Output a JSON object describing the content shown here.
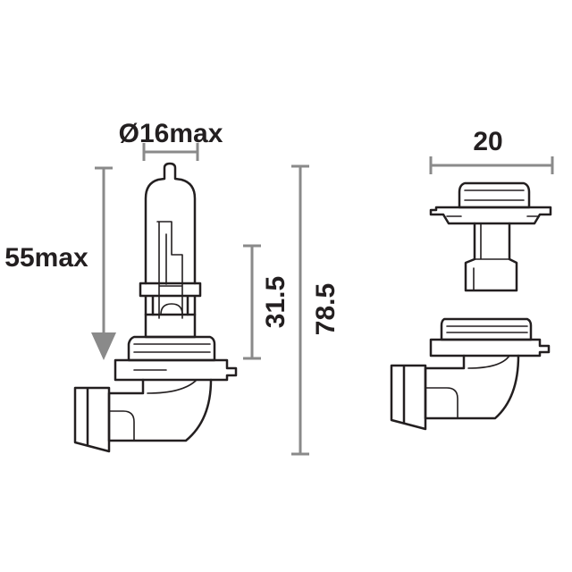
{
  "labels": {
    "diameter": "Ø16max",
    "length_max": "55max",
    "light_center": "31.5",
    "overall_length": "78.5",
    "base_width": "20"
  },
  "colors": {
    "line": "#231f20",
    "dimension": "#8a8a8a",
    "background": "#ffffff"
  }
}
